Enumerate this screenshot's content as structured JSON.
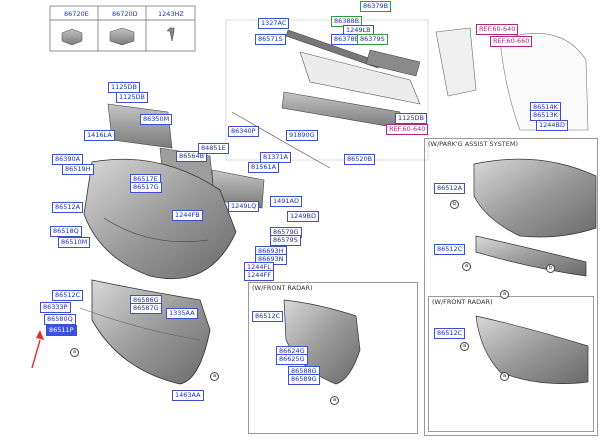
{
  "hardware_table": [
    "86720E",
    "86720D",
    "1243HZ"
  ],
  "labels": {
    "p1": "86379B",
    "p2": "1327AC",
    "p3": "86388B",
    "p4": "1249LB",
    "p5": "86378B",
    "p6": "86571S",
    "p7": "86379S",
    "p8": "1125DB",
    "p9": "86350M",
    "p10": "1125DB",
    "p11": "1416LA",
    "p12": "86390A",
    "p13": "86519H",
    "p14": "86517E",
    "p15": "86517G",
    "p16": "86512A",
    "p17": "86518Q",
    "p18": "86510M",
    "p19": "86340P",
    "p20": "86564B",
    "p21": "84851E",
    "p22": "91890G",
    "p23": "81371A",
    "p24": "81561A",
    "p25": "1244FB",
    "p26": "1249LQ",
    "p27": "1491AD",
    "p28": "1249BD",
    "p29": "86579G",
    "p30": "86579S",
    "p31": "86693H",
    "p32": "86693N",
    "p33": "1244FL",
    "p34": "1244FF",
    "p35": "86520B",
    "p36": "1125DB",
    "p37": "86514K",
    "p38": "86513K",
    "p39": "1244BD",
    "p40": "86512C",
    "p41": "86333P",
    "p42": "86580Q",
    "p43": "86511P",
    "p44": "86586G",
    "p45": "86587G",
    "p46": "1335AA",
    "p47": "1463AA",
    "p48": "86512C",
    "p49": "86624G",
    "p50": "86625G",
    "p51": "86588G",
    "p52": "86589G",
    "p53": "86512A",
    "p54": "86512C",
    "p55": "86512C"
  },
  "refs": [
    "REF.60-640",
    "REF.60-660",
    "REF.60-640"
  ],
  "inset_titles": {
    "front_radar_center": "(W/FRONT RADAR)",
    "park_assist": "(W/PARK'G ASSIST SYSTEM)",
    "front_radar_right": "(W/FRONT RADAR)"
  },
  "callouts": [
    "b",
    "a",
    "a",
    "b",
    "a",
    "a",
    "a",
    "a",
    "a"
  ]
}
